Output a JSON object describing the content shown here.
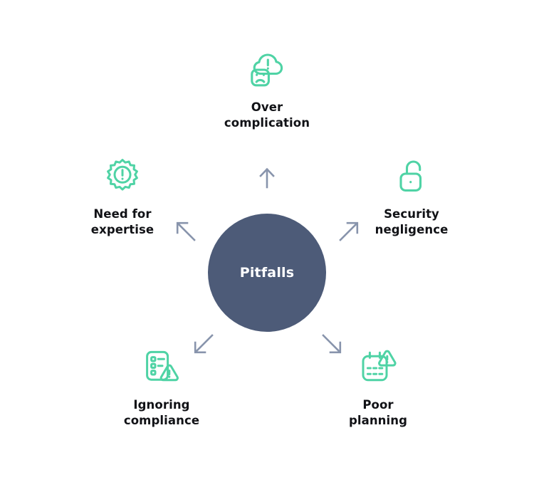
{
  "diagram": {
    "type": "hub-and-spoke",
    "title": "Pitfalls",
    "center": {
      "label": "Pitfalls",
      "color": "#4d5b78",
      "text_color": "#ffffff"
    },
    "colors": {
      "icon_green": "#4fd3a5",
      "arrow_gray": "#8894ac",
      "label_text": "#111216",
      "background": "#ffffff"
    },
    "nodes": [
      {
        "id": "over-complication",
        "label": "Over\ncomplication",
        "icon": "cloud-warning-sad-face-icon",
        "position": "top"
      },
      {
        "id": "need-for-expertise",
        "label": "Need for\nexpertise",
        "icon": "badge-exclamation-icon",
        "position": "left"
      },
      {
        "id": "security-negligence",
        "label": "Security\nnegligence",
        "icon": "unlocked-padlock-icon",
        "position": "right"
      },
      {
        "id": "ignoring-compliance",
        "label": "Ignoring\ncompliance",
        "icon": "checklist-warning-icon",
        "position": "bottom-left"
      },
      {
        "id": "poor-planning",
        "label": "Poor\nplanning",
        "icon": "calendar-warning-icon",
        "position": "bottom-right"
      }
    ],
    "arrows": [
      {
        "id": "arrow-up",
        "direction": "up",
        "points_to": "over-complication"
      },
      {
        "id": "arrow-up-left",
        "direction": "up-left",
        "points_to": "need-for-expertise"
      },
      {
        "id": "arrow-up-right",
        "direction": "up-right",
        "points_to": "security-negligence"
      },
      {
        "id": "arrow-down-left",
        "direction": "down-left",
        "points_to": "ignoring-compliance"
      },
      {
        "id": "arrow-down-right",
        "direction": "down-right",
        "points_to": "poor-planning"
      }
    ]
  }
}
